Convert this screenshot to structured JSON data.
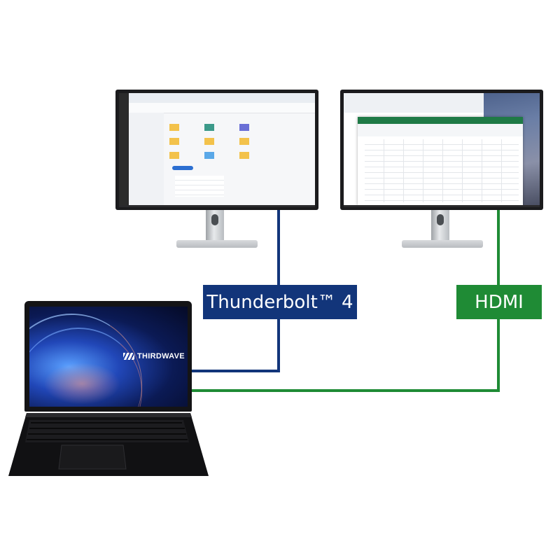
{
  "labels": {
    "thunderbolt": "Thunderbolt™ 4",
    "hdmi": "HDMI"
  },
  "laptop": {
    "brand": "THIRDWAVE"
  },
  "colors": {
    "thunderbolt": "#12357a",
    "hdmi": "#1f8b35",
    "bezel": "#1b1b1d"
  },
  "icons": {
    "left_monitor": "monitor-icon",
    "right_monitor": "monitor-icon",
    "laptop": "laptop-icon"
  }
}
